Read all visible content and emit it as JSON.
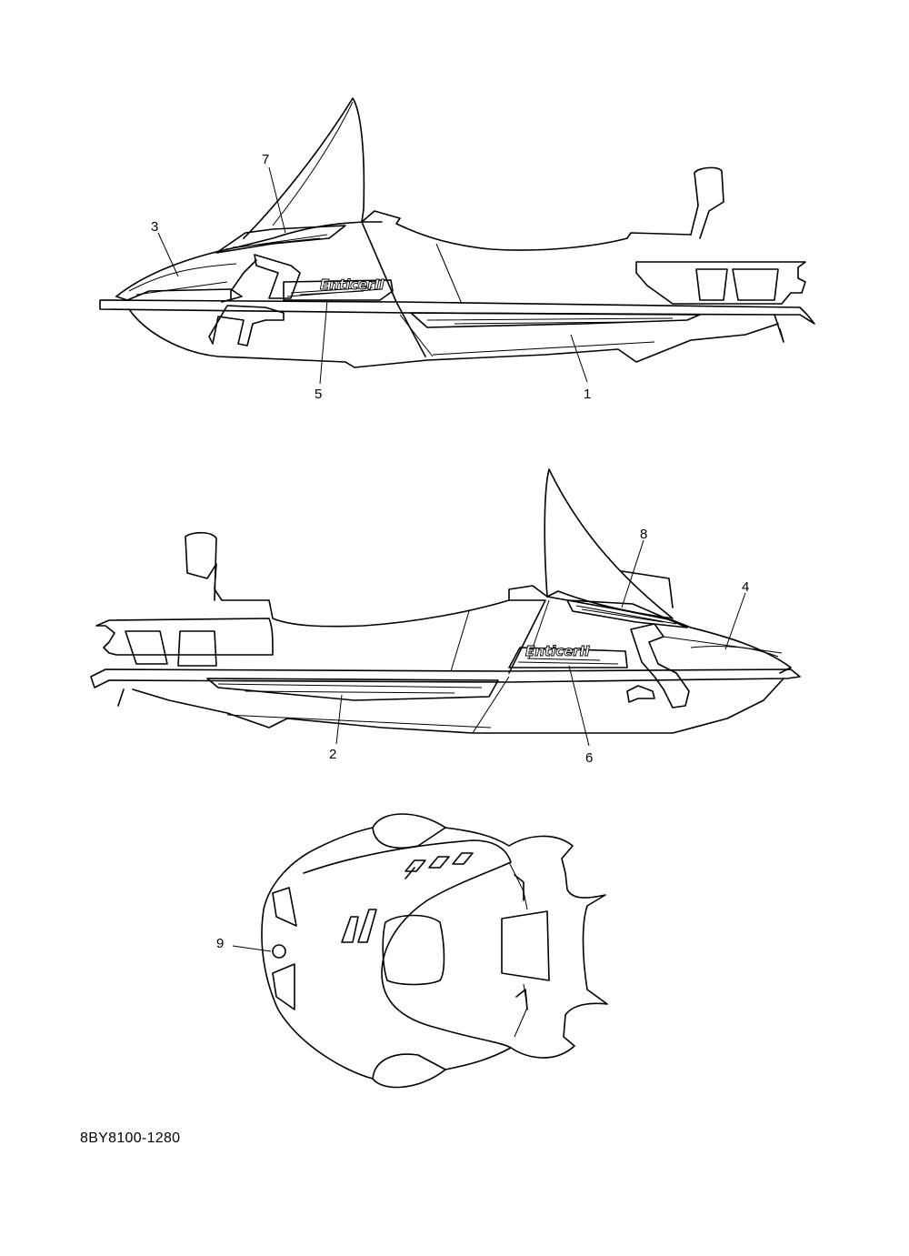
{
  "drawing_code": "8BY8100-1280",
  "model_badge": "EnticerII",
  "callouts": {
    "c1": "1",
    "c2": "2",
    "c3": "3",
    "c4": "4",
    "c5": "5",
    "c6": "6",
    "c7": "7",
    "c8": "8",
    "c9": "9"
  }
}
